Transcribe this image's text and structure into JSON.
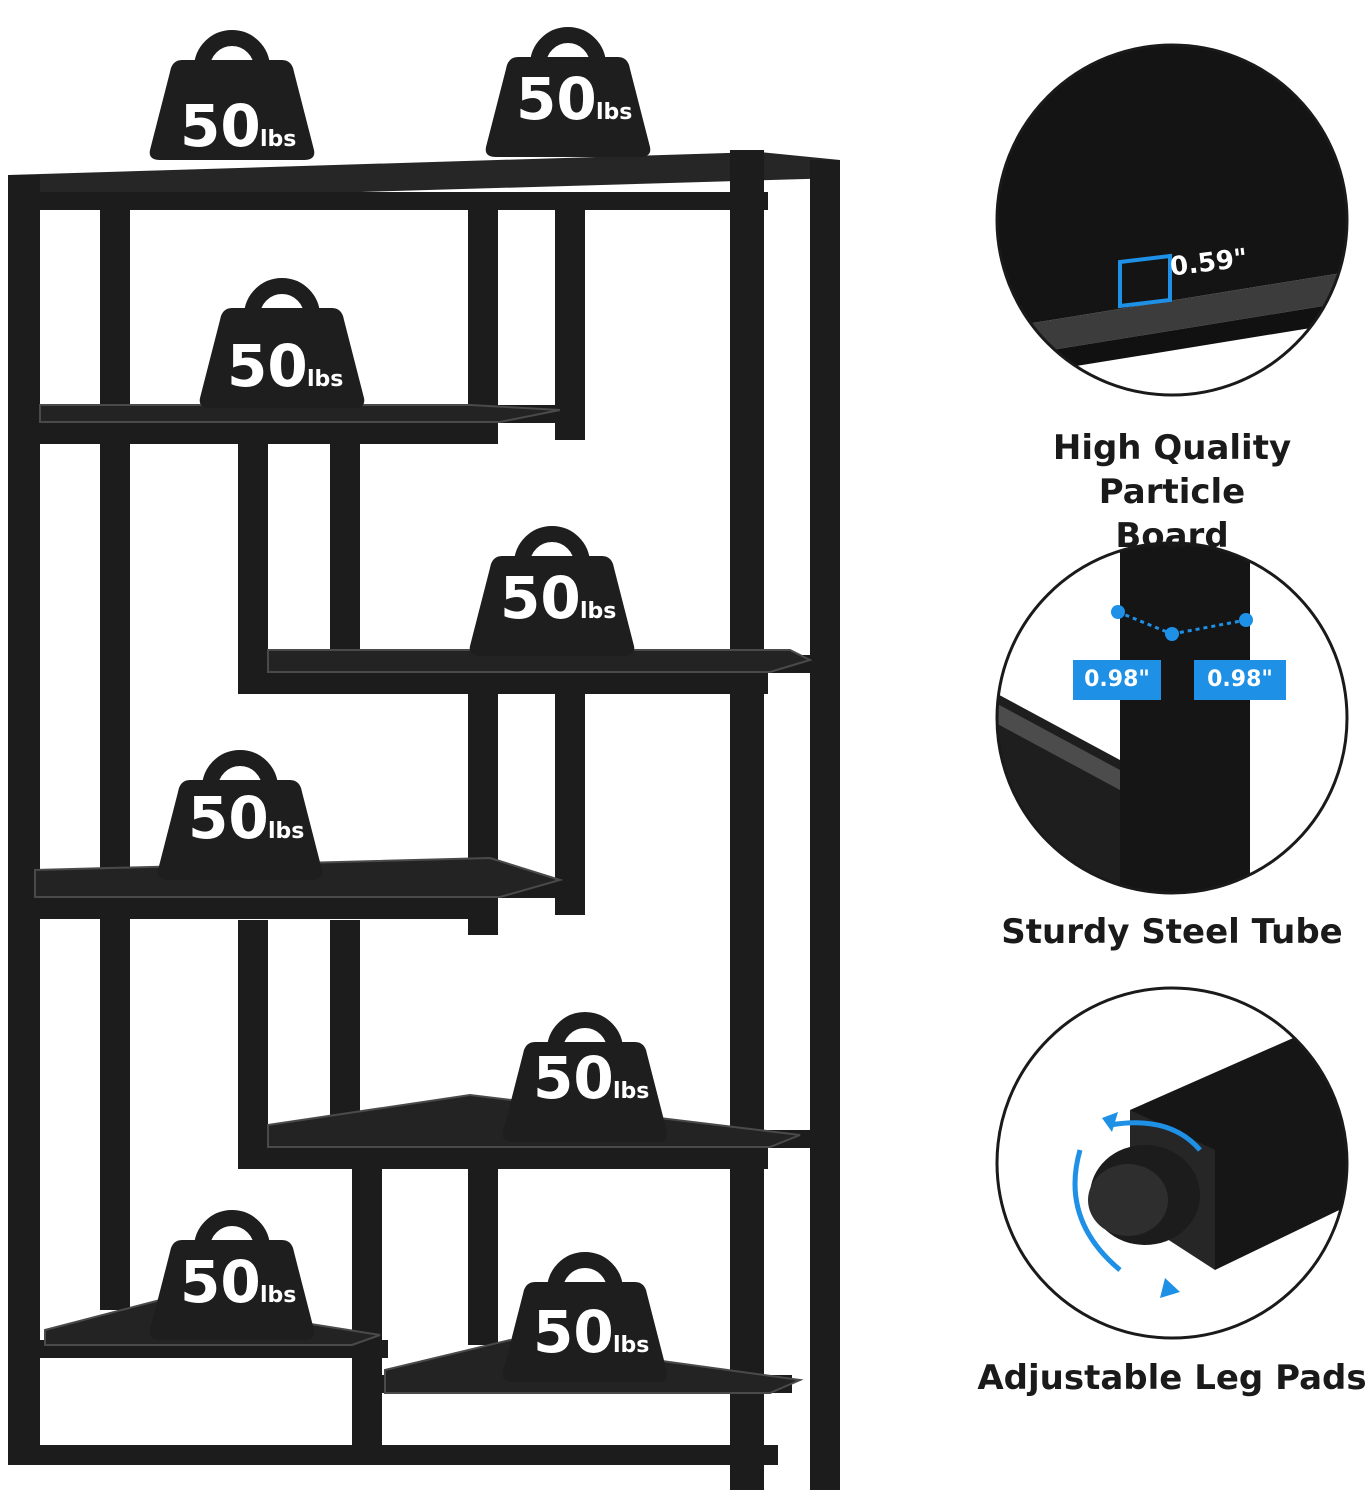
{
  "colors": {
    "frame": "#1c1c1c",
    "board": "#242424",
    "board_edge": "#5a5a5a",
    "weight": "#1e1e1e",
    "accent": "#1e90e6",
    "text": "#1a1a1a"
  },
  "weights": {
    "number": "50",
    "unit": "lbs",
    "count": 8
  },
  "features": [
    {
      "label": "High Quality Particle Board",
      "line1": "High Quality Particle",
      "line2": "Board",
      "dimension": "0.59\"",
      "icon": "particle-board-closeup"
    },
    {
      "label": "Sturdy Steel Tube",
      "dimension_left": "0.98\"",
      "dimension_right": "0.98\"",
      "icon": "steel-tube-closeup"
    },
    {
      "label": "Adjustable Leg Pads",
      "icon": "leg-pad-closeup"
    }
  ]
}
